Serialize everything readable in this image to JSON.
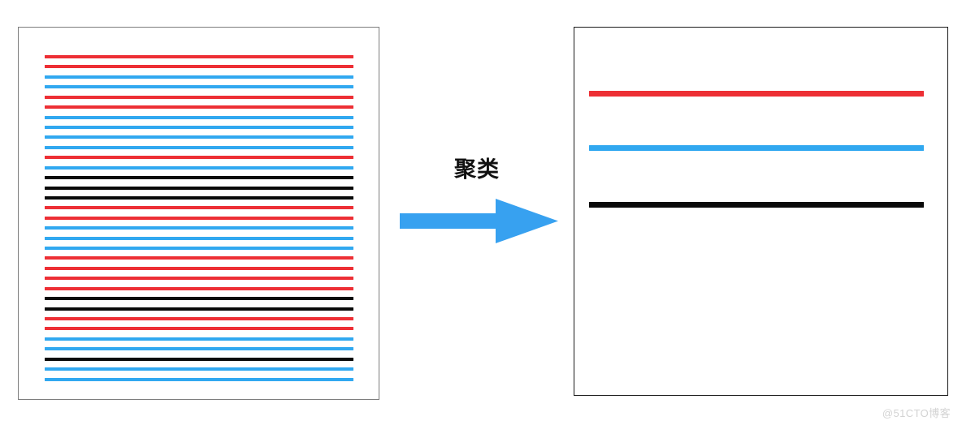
{
  "figure": {
    "title": "",
    "caption": "聚类",
    "watermark": "@51CTO博客"
  },
  "palette": {
    "red": "#ED2F35",
    "blue": "#31A8F0",
    "black": "#0A0A0A",
    "arrow_blue": "#37A1F0",
    "panel_border_left": "#7D7D7D",
    "panel_border_right": "#1B1B1B",
    "background": "#FFFFFF",
    "watermark_color": "#D3D3D3"
  },
  "left_panel": {
    "name": "unclustered-lines-panel",
    "line_count": 33,
    "line_colors": [
      "red",
      "red",
      "blue",
      "blue",
      "red",
      "red",
      "blue",
      "blue",
      "blue",
      "blue",
      "red",
      "blue",
      "black",
      "black",
      "black",
      "red",
      "red",
      "blue",
      "blue",
      "blue",
      "red",
      "red",
      "red",
      "red",
      "black",
      "black",
      "red",
      "red",
      "blue",
      "blue",
      "black",
      "blue",
      "blue"
    ]
  },
  "right_panel": {
    "name": "clustered-lines-panel",
    "line_count": 3,
    "line_colors": [
      "red",
      "blue",
      "black"
    ],
    "line_positions_pct": [
      14,
      30,
      47
    ]
  },
  "chart_data": {
    "type": "diagram",
    "title": "聚类",
    "description": "Clustering diagram: many colored horizontal lines on the left reduce to three representative cluster lines on the right.",
    "clusters": [
      {
        "color_key": "red",
        "color": "#ED2F35",
        "input_count": 13,
        "output_count": 1
      },
      {
        "color_key": "blue",
        "color": "#31A8F0",
        "input_count": 14,
        "output_count": 1
      },
      {
        "color_key": "black",
        "color": "#0A0A0A",
        "input_count": 6,
        "output_count": 1
      }
    ],
    "arrow_label": "聚类",
    "arrow_direction": "left-to-right"
  }
}
